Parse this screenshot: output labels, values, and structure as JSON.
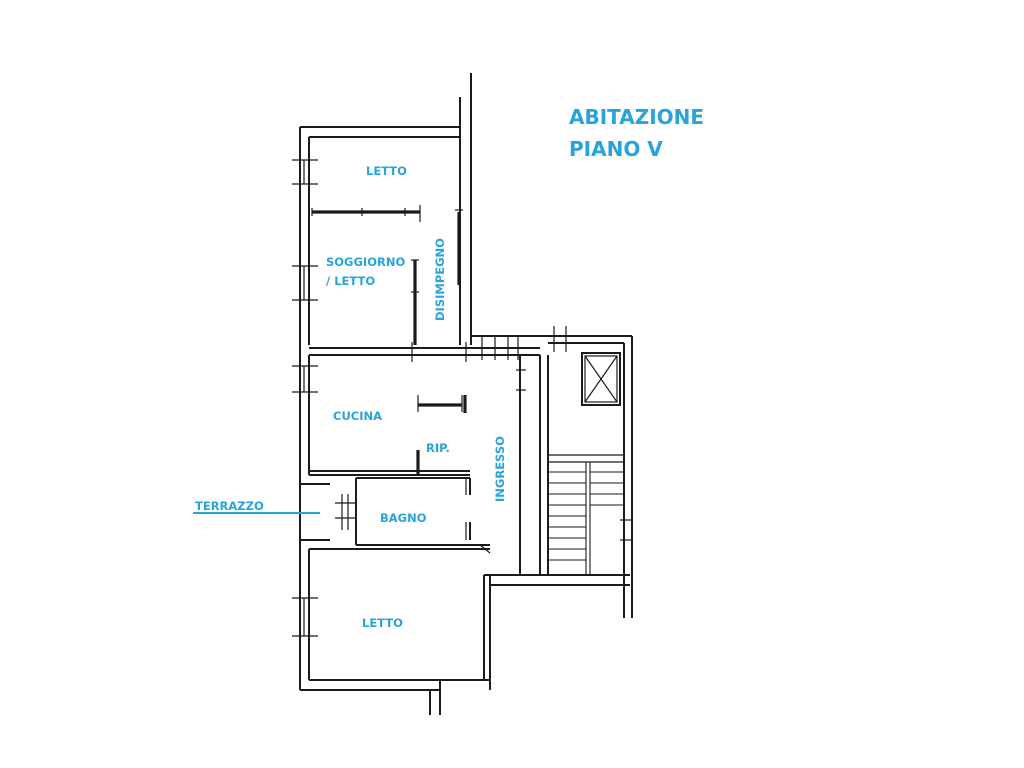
{
  "title": {
    "line1": "ABITAZIONE",
    "line2": "PIANO V"
  },
  "rooms": {
    "letto_top": "LETTO",
    "soggiorno_line1": "SOGGIORNO",
    "soggiorno_line2": "/ LETTO",
    "disimpegno": "DISIMPEGNO",
    "cucina": "CUCINA",
    "rip": "RIP.",
    "ingresso": "INGRESSO",
    "terrazzo": "TERRAZZO",
    "bagno": "BAGNO",
    "letto_bottom": "LETTO"
  },
  "colors": {
    "label": "#29a3dc",
    "walls": "#1a1a1a",
    "background": "#ffffff"
  }
}
